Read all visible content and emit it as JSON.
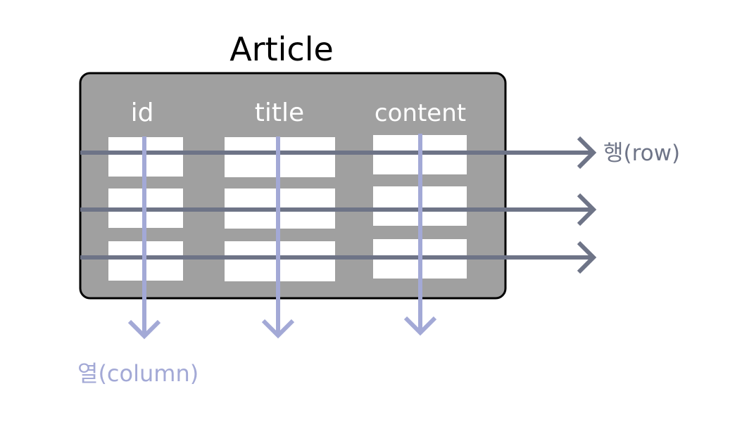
{
  "diagram": {
    "title": "Article",
    "columns": [
      {
        "name": "id"
      },
      {
        "name": "title"
      },
      {
        "name": "content"
      }
    ],
    "row_label": "행(row)",
    "column_label": "열(column)",
    "row_count": 3
  },
  "colors": {
    "table_fill": "#a0a0a0",
    "table_border": "#000000",
    "cell_fill": "#ffffff",
    "header_text": "#ffffff",
    "title_text": "#000000",
    "row_arrow": "#6e7487",
    "column_arrow": "#a3a9d6"
  }
}
